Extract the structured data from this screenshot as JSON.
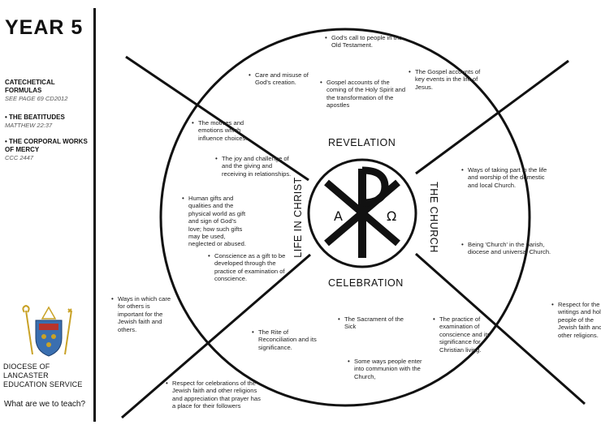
{
  "sidebar": {
    "title": "YEAR 5",
    "sections": [
      {
        "heading": "CATECHETICAL FORMULAS",
        "ref": "SEE PAGE 69 CD2012"
      },
      {
        "heading": "THE BEATITUDES",
        "ref": "MATTHEW 22:37"
      },
      {
        "heading": "THE CORPORAL WORKS OF MERCY",
        "ref": "CCC 2447"
      }
    ],
    "org_line1": "DIOCESE OF LANCASTER",
    "org_line2": "EDUCATION SERVICE",
    "question": "What are we to teach?"
  },
  "diagram": {
    "labels": {
      "top": "REVELATION",
      "bottom": "CELEBRATION",
      "left": "LIFE IN CHRIST",
      "right": "THE CHURCH"
    },
    "center_symbols": {
      "alpha": "A",
      "omega": "Ω"
    },
    "notes": {
      "n1": "God's call to people in the Old Testament.",
      "n2": "Care and misuse of God's creation.",
      "n3": "Gospel accounts of the coming of the Holy Spirit and the transformation of the apostles",
      "n4": "The Gospel accounts of key events in the life of Jesus.",
      "n5": "The motives and emotions which influence choices.",
      "n6": "The joy and challenge of and the giving and receiving in relationships.",
      "n7": "Human gifts and qualities and the physical world as gift and sign of God's love; how such gifts may be used, neglected or abused.",
      "n8": "Conscience as a gift to be developed through the practice of examination of conscience.",
      "n9": "Ways of taking part in the life and worship of the domestic and local Church.",
      "n10": "Being 'Church' in the parish, diocese and universal Church.",
      "n11": "Ways in which care for others is important for the Jewish faith and others.",
      "n12": "The Rite of Reconciliation and its significance.",
      "n13": "The Sacrament of the Sick",
      "n14": "The practice of examination of conscience and its significance for Christian living.",
      "n15": "Some ways people enter into communion with the Church,",
      "n16": "Respect for celebrations of the Jewish faith and other religions and appreciation that prayer has a place for their followers",
      "n17": "Respect for the writings and holy people of the Jewish faith and other religions."
    }
  },
  "colors": {
    "ink": "#111111",
    "crest_blue": "#3a6fb0",
    "crest_gold": "#c9a227",
    "crest_red": "#b8342b"
  }
}
